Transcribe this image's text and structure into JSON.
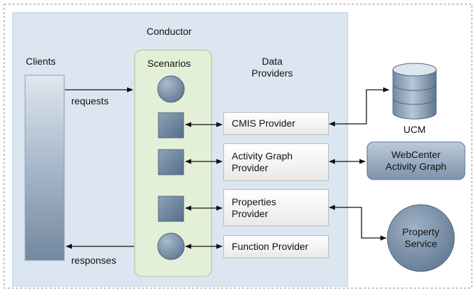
{
  "conductor": {
    "title": "Conductor"
  },
  "clients": {
    "label": "Clients",
    "requests": "requests",
    "responses": "responses"
  },
  "scenarios": {
    "title": "Scenarios",
    "items": [
      "circle",
      "square",
      "square",
      "square",
      "circle"
    ]
  },
  "data_providers": {
    "heading": "Data\nProviders",
    "items": [
      {
        "label": "CMIS Provider"
      },
      {
        "label": "Activity Graph\nProvider"
      },
      {
        "label": "Properties\nProvider"
      },
      {
        "label": "Function Provider"
      }
    ]
  },
  "external": {
    "ucm": "UCM",
    "webcenter": "WebCenter\nActivity Graph",
    "property_service": "Property\nService"
  },
  "colors": {
    "conductor_bg": "#dbe6f0",
    "scenarios_bg": "#e3efd7",
    "shape_blue": "#667f99",
    "dark_blue": "#5a7391"
  }
}
